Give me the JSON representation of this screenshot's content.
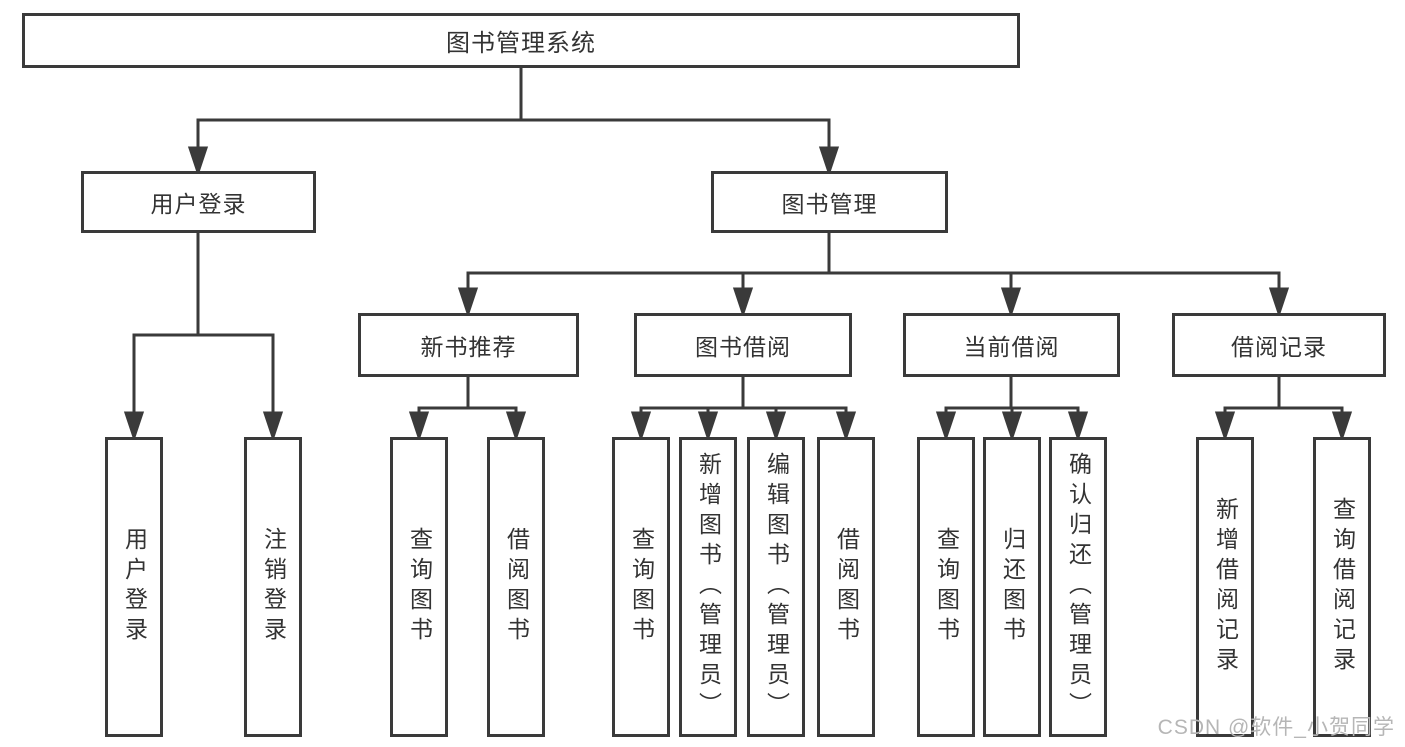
{
  "diagram": {
    "type": "feature-tree",
    "nodes": {
      "root": {
        "label": "图书管理系统"
      },
      "user_login": {
        "label": "用户登录"
      },
      "book_management": {
        "label": "图书管理"
      },
      "new_book_recommend": {
        "label": "新书推荐"
      },
      "book_borrow": {
        "label": "图书借阅"
      },
      "current_borrow": {
        "label": "当前借阅"
      },
      "borrow_record": {
        "label": "借阅记录"
      },
      "leaves": {
        "user_login": "用户登录",
        "logout": "注销登录",
        "nbr_query_book": "查询图书",
        "nbr_borrow_book": "借阅图书",
        "bb_query_book": "查询图书",
        "bb_add_book": "新增图书（管理员）",
        "bb_edit_book": "编辑图书（管理员）",
        "bb_borrow_book": "借阅图书",
        "cb_query_book": "查询图书",
        "cb_return_book": "归还图书",
        "cb_confirm_return": "确认归还（管理员）",
        "br_add_record": "新增借阅记录",
        "br_query_record": "查询借阅记录"
      }
    },
    "hierarchy": {
      "图书管理系统": {
        "用户登录": [
          "用户登录",
          "注销登录"
        ],
        "图书管理": {
          "新书推荐": [
            "查询图书",
            "借阅图书"
          ],
          "图书借阅": [
            "查询图书",
            "新增图书（管理员）",
            "编辑图书（管理员）",
            "借阅图书"
          ],
          "当前借阅": [
            "查询图书",
            "归还图书",
            "确认归还（管理员）"
          ],
          "借阅记录": [
            "新增借阅记录",
            "查询借阅记录"
          ]
        }
      }
    },
    "colors": {
      "line": "#3a3a3a",
      "text": "#333333",
      "background": "#ffffff",
      "watermark": "#b6b6b6"
    }
  },
  "watermark": {
    "text": "CSDN @软件_小贺同学"
  }
}
